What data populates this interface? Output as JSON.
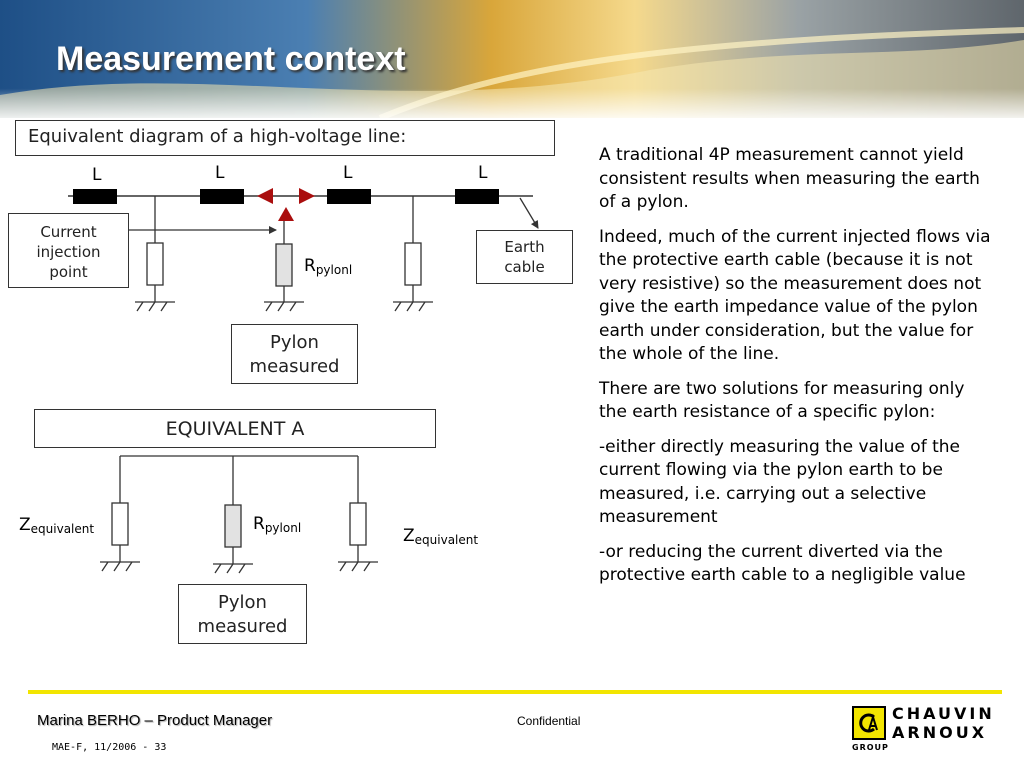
{
  "slide": {
    "title": "Measurement context"
  },
  "diagram": {
    "caption": "Equivalent diagram of a high-voltage line:",
    "line_labels": [
      "L",
      "L",
      "L",
      "L"
    ],
    "current_injection_lines": [
      "Current",
      "injection",
      "point"
    ],
    "earth_cable_lines": [
      "Earth",
      "cable"
    ],
    "r_main": "R",
    "r_sub": "pylonl",
    "pylon_lines": [
      "Pylon",
      "measured"
    ],
    "equivalent_label": "EQUIVALENT A",
    "z_main": "Z",
    "z_sub": "equivalent"
  },
  "explanation": [
    "A traditional 4P measurement cannot yield consistent results when measuring the earth of a pylon.",
    "Indeed, much of the current injected flows via the protective earth cable (because it is not very resistive) so the measurement does not give the earth impedance value of the pylon earth under consideration, but the value for the whole of the line.",
    "There are two solutions for measuring only the earth resistance of a specific pylon:",
    "-either directly measuring the value of the current flowing via the pylon earth to be measured, i.e. carrying out a selective measurement",
    "-or reducing the current diverted via the protective earth cable to a negligible value"
  ],
  "footer": {
    "author": "Marina BERHO – Product Manager",
    "confidential": "Confidential",
    "reference": "MAE-F,  11/2006 - 33"
  },
  "logo": {
    "line1": "CHAUVIN",
    "line2": "ARNOUX",
    "group": "GROUP"
  },
  "colors": {
    "accent_yellow": "#f2e500",
    "arrow_red": "#aa0e0e",
    "banner_blue": "#1e4f86",
    "banner_gold": "#d9a63a"
  }
}
